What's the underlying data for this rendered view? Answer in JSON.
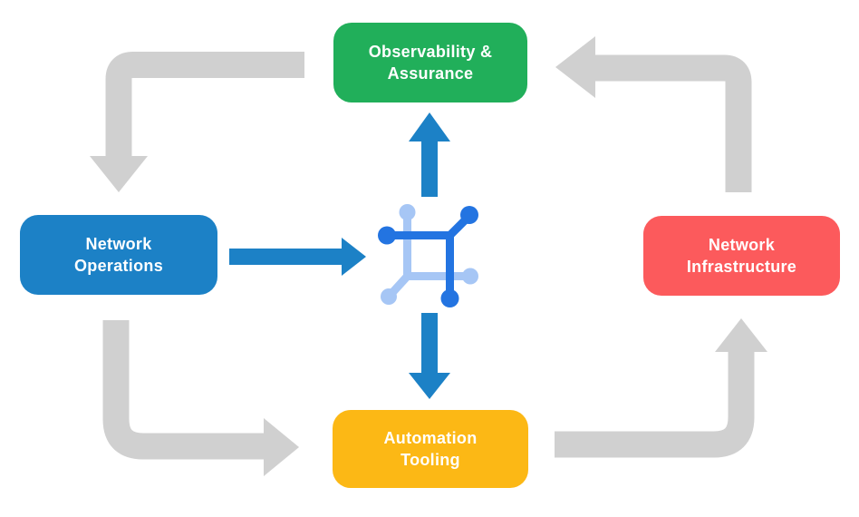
{
  "colors": {
    "background": "#FFFFFF",
    "arrow_gray": "#D0D0D0",
    "arrow_blue": "#1C81C6",
    "icon_blue_dark": "#2374E1",
    "icon_blue_light": "#A6C6F5",
    "node_text": "#FFFFFF"
  },
  "diagram": {
    "nodes": [
      {
        "id": "observability-assurance",
        "label": "Observability &\nAssurance",
        "color": "#21AF5A"
      },
      {
        "id": "network-operations",
        "label": "Network\nOperations",
        "color": "#1C81C6"
      },
      {
        "id": "network-infrastructure",
        "label": "Network\nInfrastructure",
        "color": "#FC5A5C"
      },
      {
        "id": "automation-tooling",
        "label": "Automation\nTooling",
        "color": "#FCB815"
      }
    ],
    "center_icon": "network-platform-icon",
    "arrows": [
      {
        "from": "observability-assurance",
        "to": "network-operations",
        "style": "gray-elbow"
      },
      {
        "from": "network-operations",
        "to": "automation-tooling",
        "style": "gray-elbow"
      },
      {
        "from": "automation-tooling",
        "to": "network-infrastructure",
        "style": "gray-elbow"
      },
      {
        "from": "network-infrastructure",
        "to": "observability-assurance",
        "style": "gray-elbow"
      },
      {
        "from": "network-operations",
        "to": "network-platform-icon",
        "style": "blue-straight"
      },
      {
        "from": "network-platform-icon",
        "to": "observability-assurance",
        "style": "blue-straight"
      },
      {
        "from": "network-platform-icon",
        "to": "automation-tooling",
        "style": "blue-straight"
      }
    ]
  }
}
